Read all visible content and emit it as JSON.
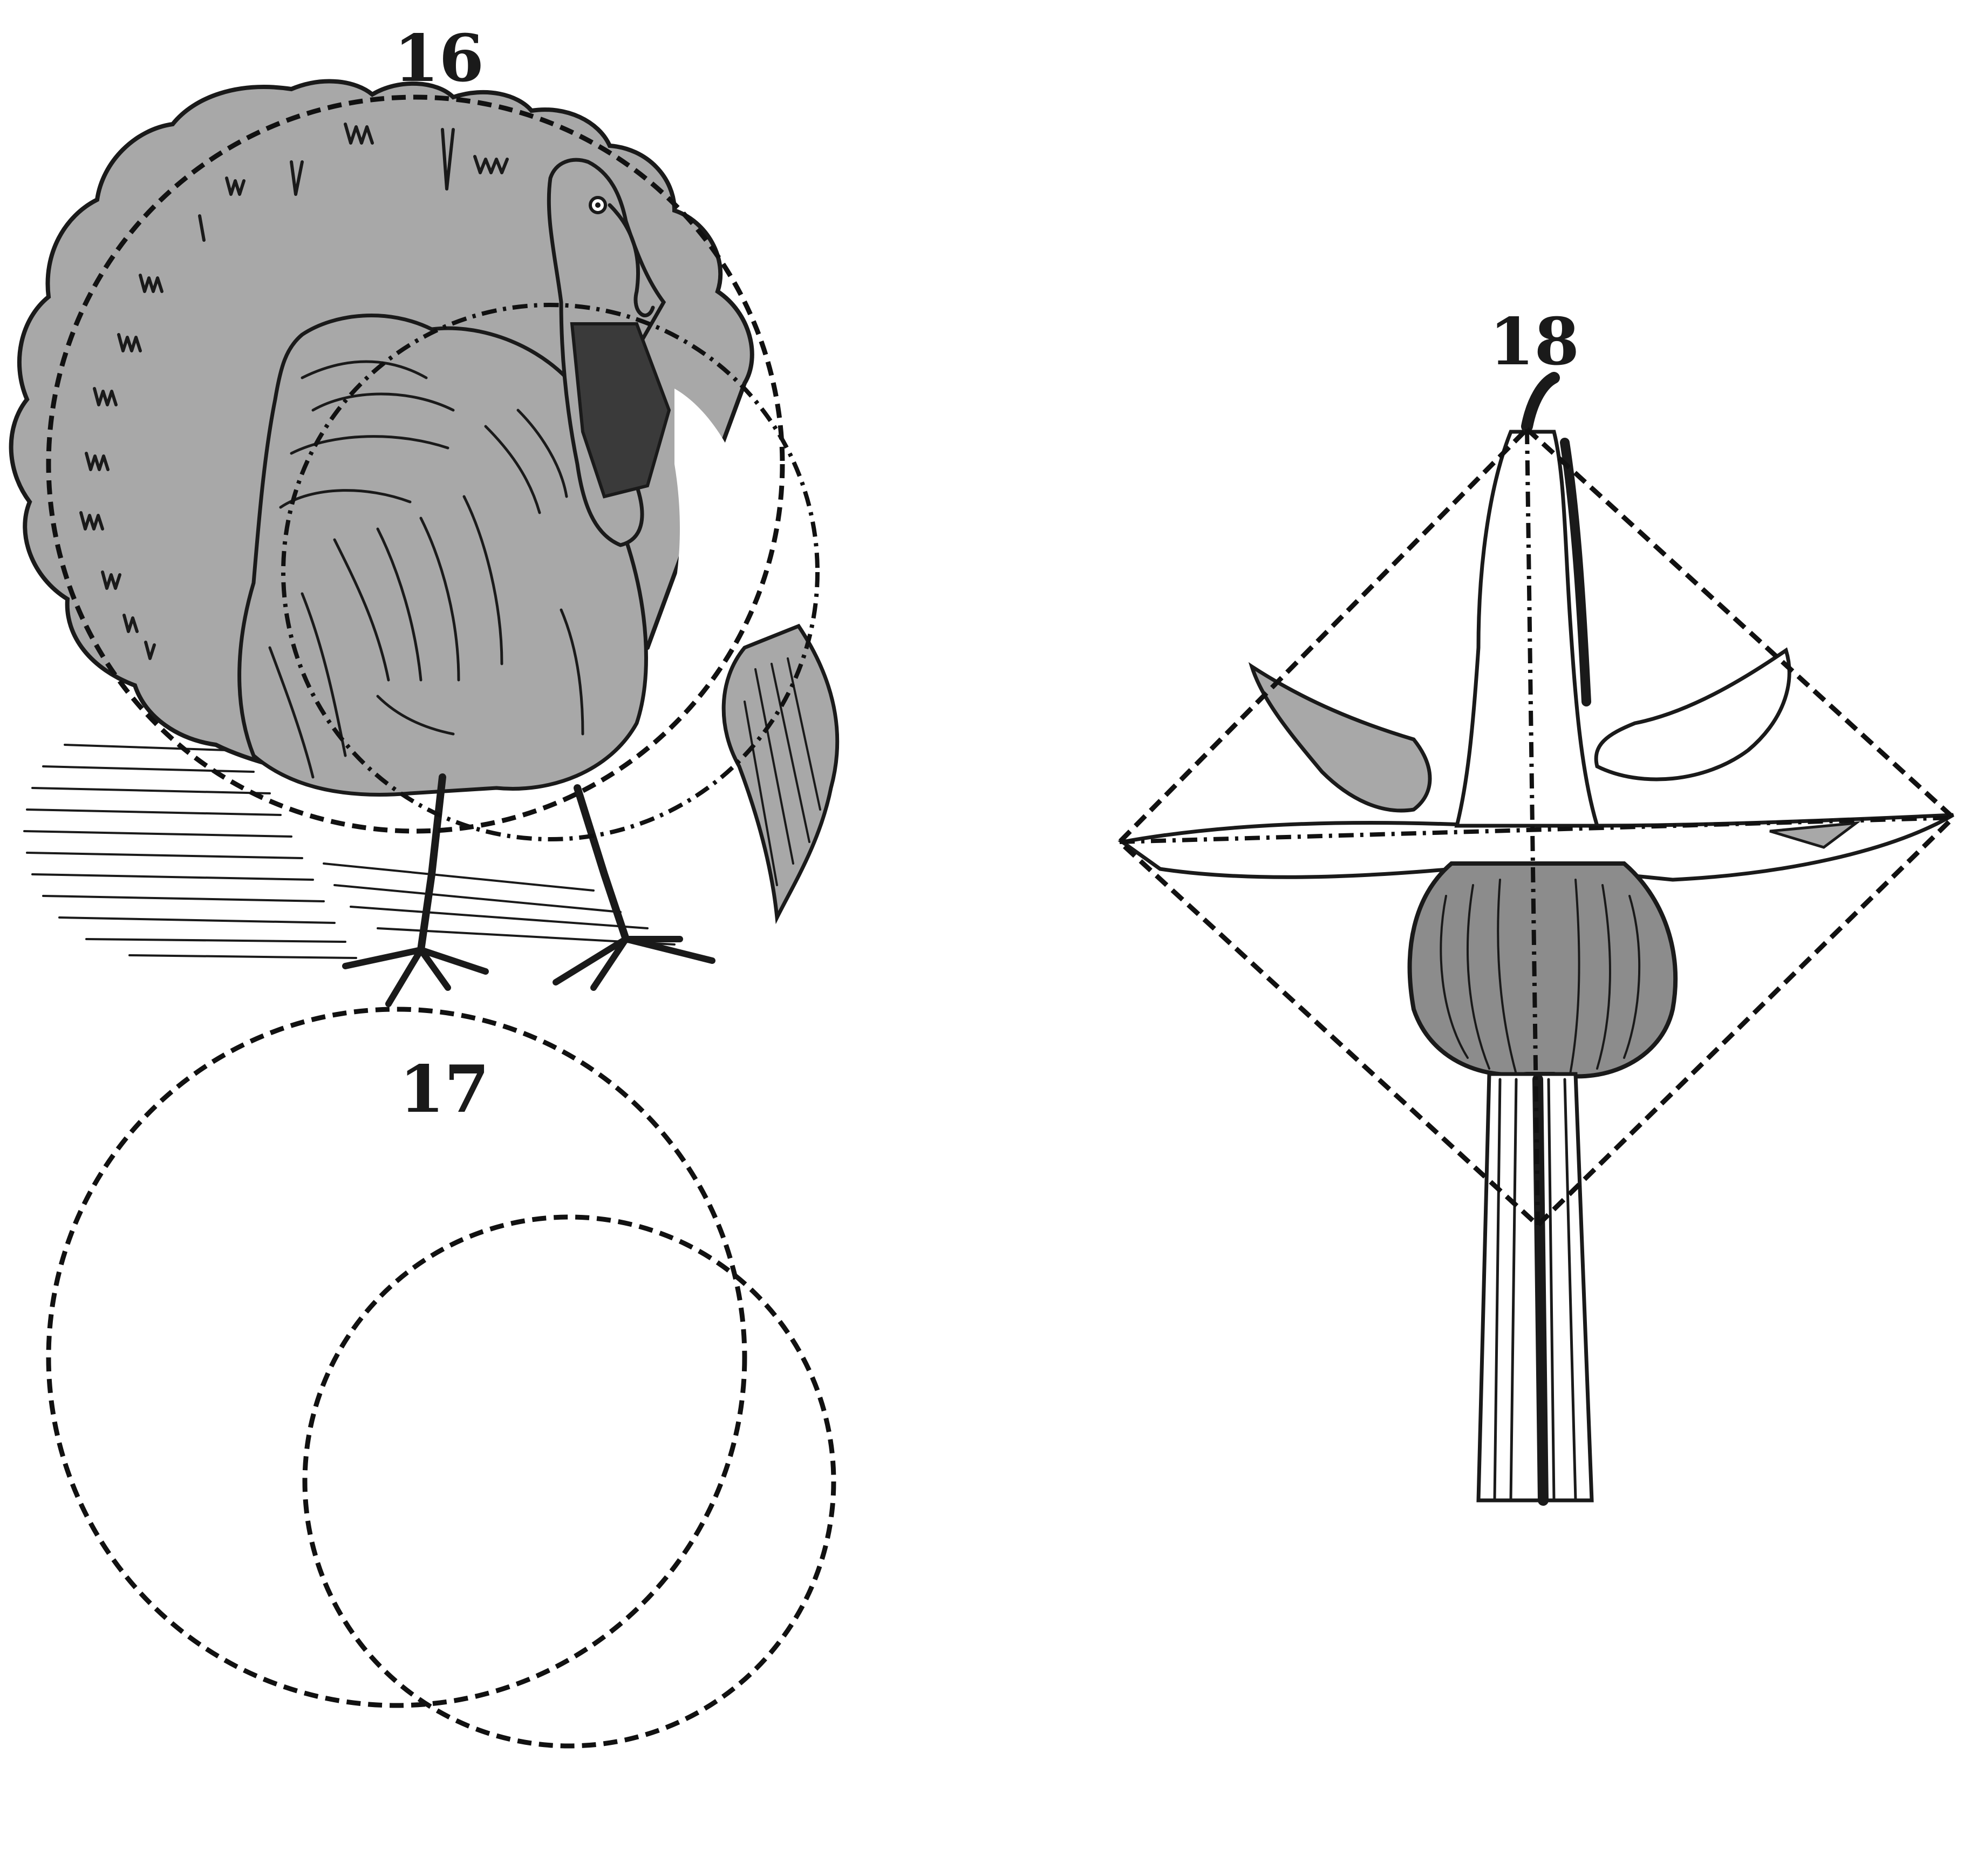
{
  "figures": [
    {
      "number": "16",
      "subject": "turkey-icon"
    },
    {
      "number": "17",
      "subject": "two-circles"
    },
    {
      "number": "18",
      "subject": "fuchsia-flower-icon"
    }
  ],
  "colors": {
    "ink": "#1a1a1a",
    "fill_gray": "#a8a8a8",
    "paper": "#ffffff"
  }
}
